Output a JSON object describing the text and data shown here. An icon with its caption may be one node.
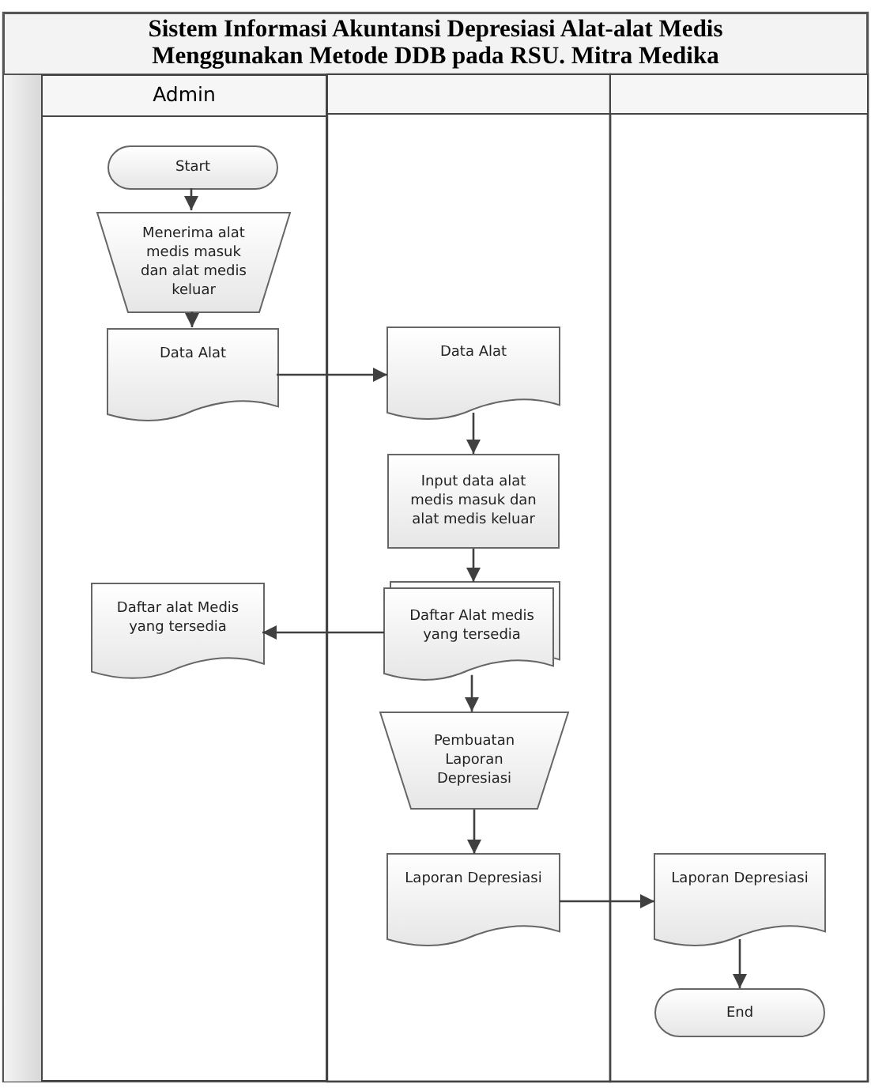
{
  "diagram": {
    "title": "Sistem Informasi Akuntansi Depresiasi Alat-alat Medis Menggunakan Metode DDB pada RSU. Mitra Medika",
    "nodes": [
      {
        "text": [
          "Admin"
        ]
      },
      {
        "text": [
          "Start"
        ],
        "in": 0
      },
      {
        "text": [
          "Menerima alat medis masuk dan alat medis keluar"
        ],
        "in": 0
      },
      {
        "text": [
          "Data Alat"
        ],
        "in": 0
      },
      {
        "text": [
          "Data Alat"
        ]
      },
      {
        "text": [
          "Input data alat medis masuk dan alat medis keluar"
        ]
      },
      {
        "text": [
          "Daftar Alat medis yang tersedia"
        ]
      },
      {
        "text": [
          "Daftar alat Medis yang tersedia"
        ],
        "in": 0
      },
      {
        "text": [
          "Pembuatan Laporan Depresiasi"
        ]
      },
      {
        "text": [
          "Laporan Depresiasi"
        ]
      },
      {
        "text": [
          "Laporan Depresiasi"
        ]
      },
      {
        "text": [
          "End"
        ]
      }
    ],
    "edges": [
      {
        "from": 1,
        "to": 2,
        "arrow": "to"
      },
      {
        "from": 2,
        "to": 3,
        "arrow": "to"
      },
      {
        "from": 3,
        "to": 4,
        "arrow": "to"
      },
      {
        "from": 4,
        "to": 5,
        "arrow": "to"
      },
      {
        "from": 5,
        "to": 6,
        "arrow": "to"
      },
      {
        "from": 6,
        "to": 7,
        "arrow": "to"
      },
      {
        "from": 6,
        "to": 8,
        "arrow": "to"
      },
      {
        "from": 8,
        "to": 9,
        "arrow": "to"
      },
      {
        "from": 9,
        "to": 10,
        "arrow": "to"
      },
      {
        "from": 10,
        "to": 11,
        "arrow": "to"
      }
    ]
  }
}
